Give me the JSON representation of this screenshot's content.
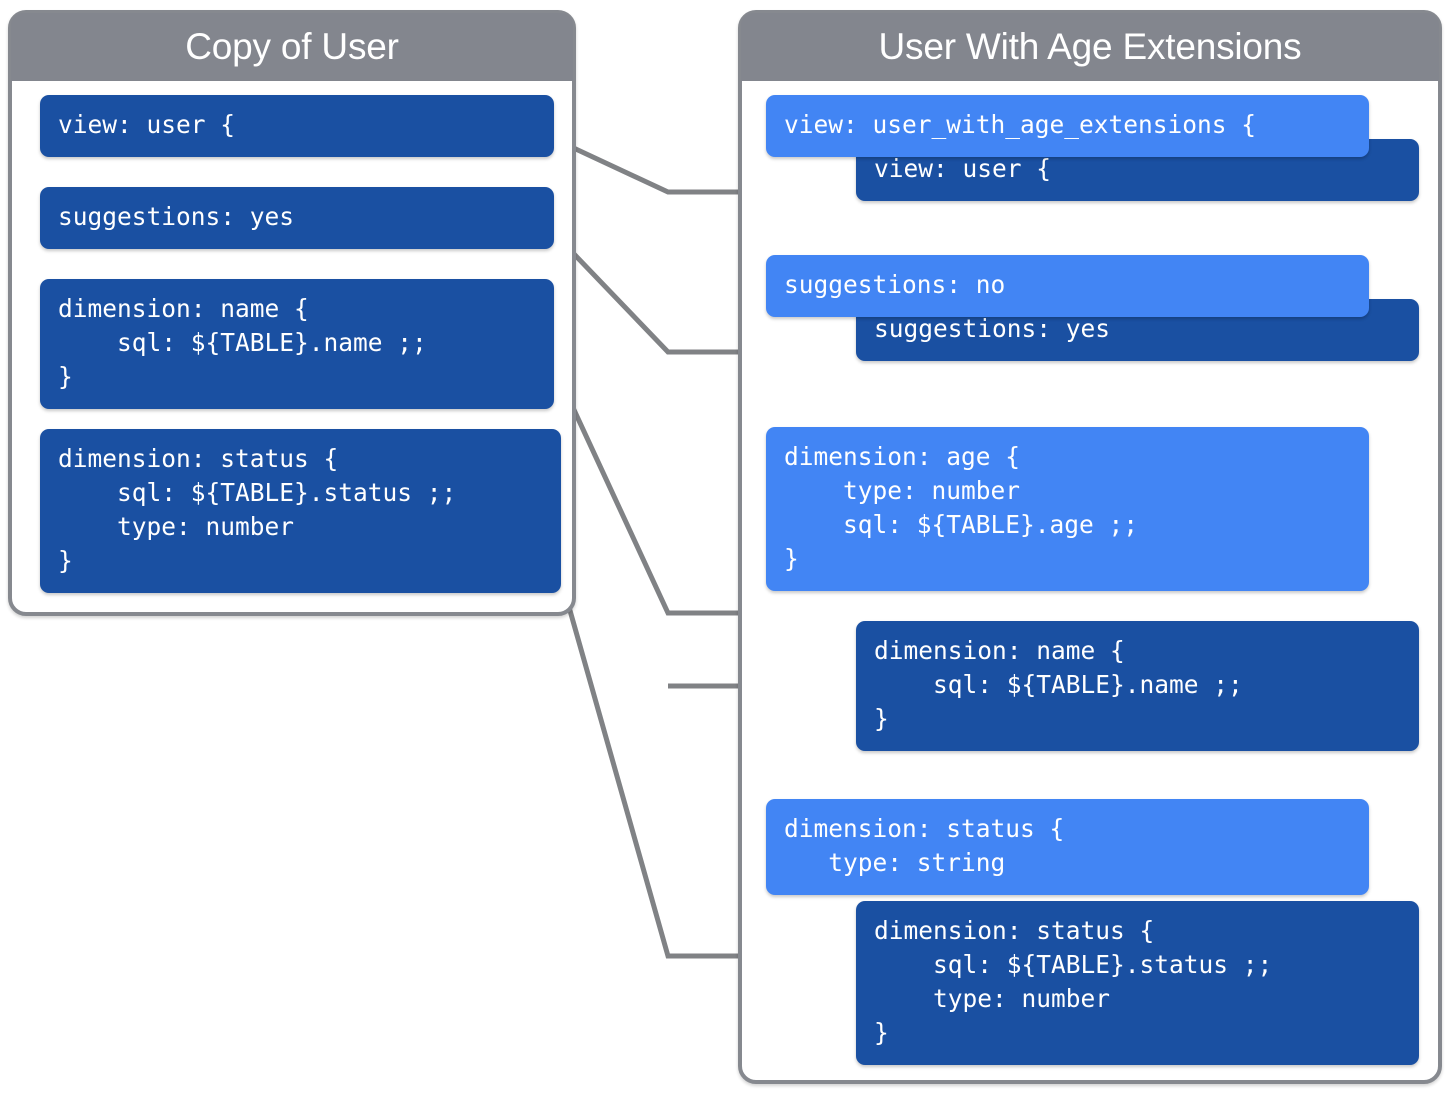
{
  "diagram": {
    "title_left": "Copy of User",
    "title_right": "User With Age Extensions",
    "colors": {
      "header_gray": "#83868E",
      "border_gray": "#86898F",
      "dark_blue": "#1A50A2",
      "light_blue": "#4285F4",
      "connector_gray": "#808285",
      "background": "#FFFFFF"
    }
  },
  "left_panel": {
    "title": "Copy of User",
    "blocks": [
      {
        "id": "view",
        "shade": "dark",
        "code": "view: user {"
      },
      {
        "id": "suggestions",
        "shade": "dark",
        "code": "suggestions: yes"
      },
      {
        "id": "dimension_name",
        "shade": "dark",
        "code": "dimension: name {\n    sql: ${TABLE}.name ;;\n}"
      },
      {
        "id": "dimension_status",
        "shade": "dark",
        "code": "dimension: status {\n    sql: ${TABLE}.status ;;\n    type: number\n}"
      }
    ]
  },
  "right_panel": {
    "title": "User With Age Extensions",
    "blocks": [
      {
        "id": "view_extension",
        "shade": "light",
        "code": "view: user_with_age_extensions {"
      },
      {
        "id": "view_inherited",
        "shade": "dark",
        "code": "view: user {"
      },
      {
        "id": "suggestions_override",
        "shade": "light",
        "code": "suggestions: no"
      },
      {
        "id": "suggestions_inherited",
        "shade": "dark",
        "code": "suggestions: yes"
      },
      {
        "id": "dimension_age",
        "shade": "light",
        "code": "dimension: age {\n    type: number\n    sql: ${TABLE}.age ;;\n}"
      },
      {
        "id": "dimension_name_inherited",
        "shade": "dark",
        "code": "dimension: name {\n    sql: ${TABLE}.name ;;\n}"
      },
      {
        "id": "dimension_status_override",
        "shade": "light",
        "code": "dimension: status {\n   type: string"
      },
      {
        "id": "dimension_status_inherited",
        "shade": "dark",
        "code": "dimension: status {\n    sql: ${TABLE}.status ;;\n    type: number\n}"
      }
    ]
  },
  "connectors": [
    {
      "id": "view-to-view",
      "from": "left.view",
      "to": "right.view_inherited"
    },
    {
      "id": "suggestions-to-suggestions",
      "from": "left.suggestions",
      "to": "right.suggestions_inherited"
    },
    {
      "id": "name-to-name",
      "from": "left.dimension_name",
      "to": "right.dimension_name_inherited"
    },
    {
      "id": "status-to-status",
      "from": "left.dimension_status",
      "to": "right.dimension_status_inherited"
    }
  ]
}
